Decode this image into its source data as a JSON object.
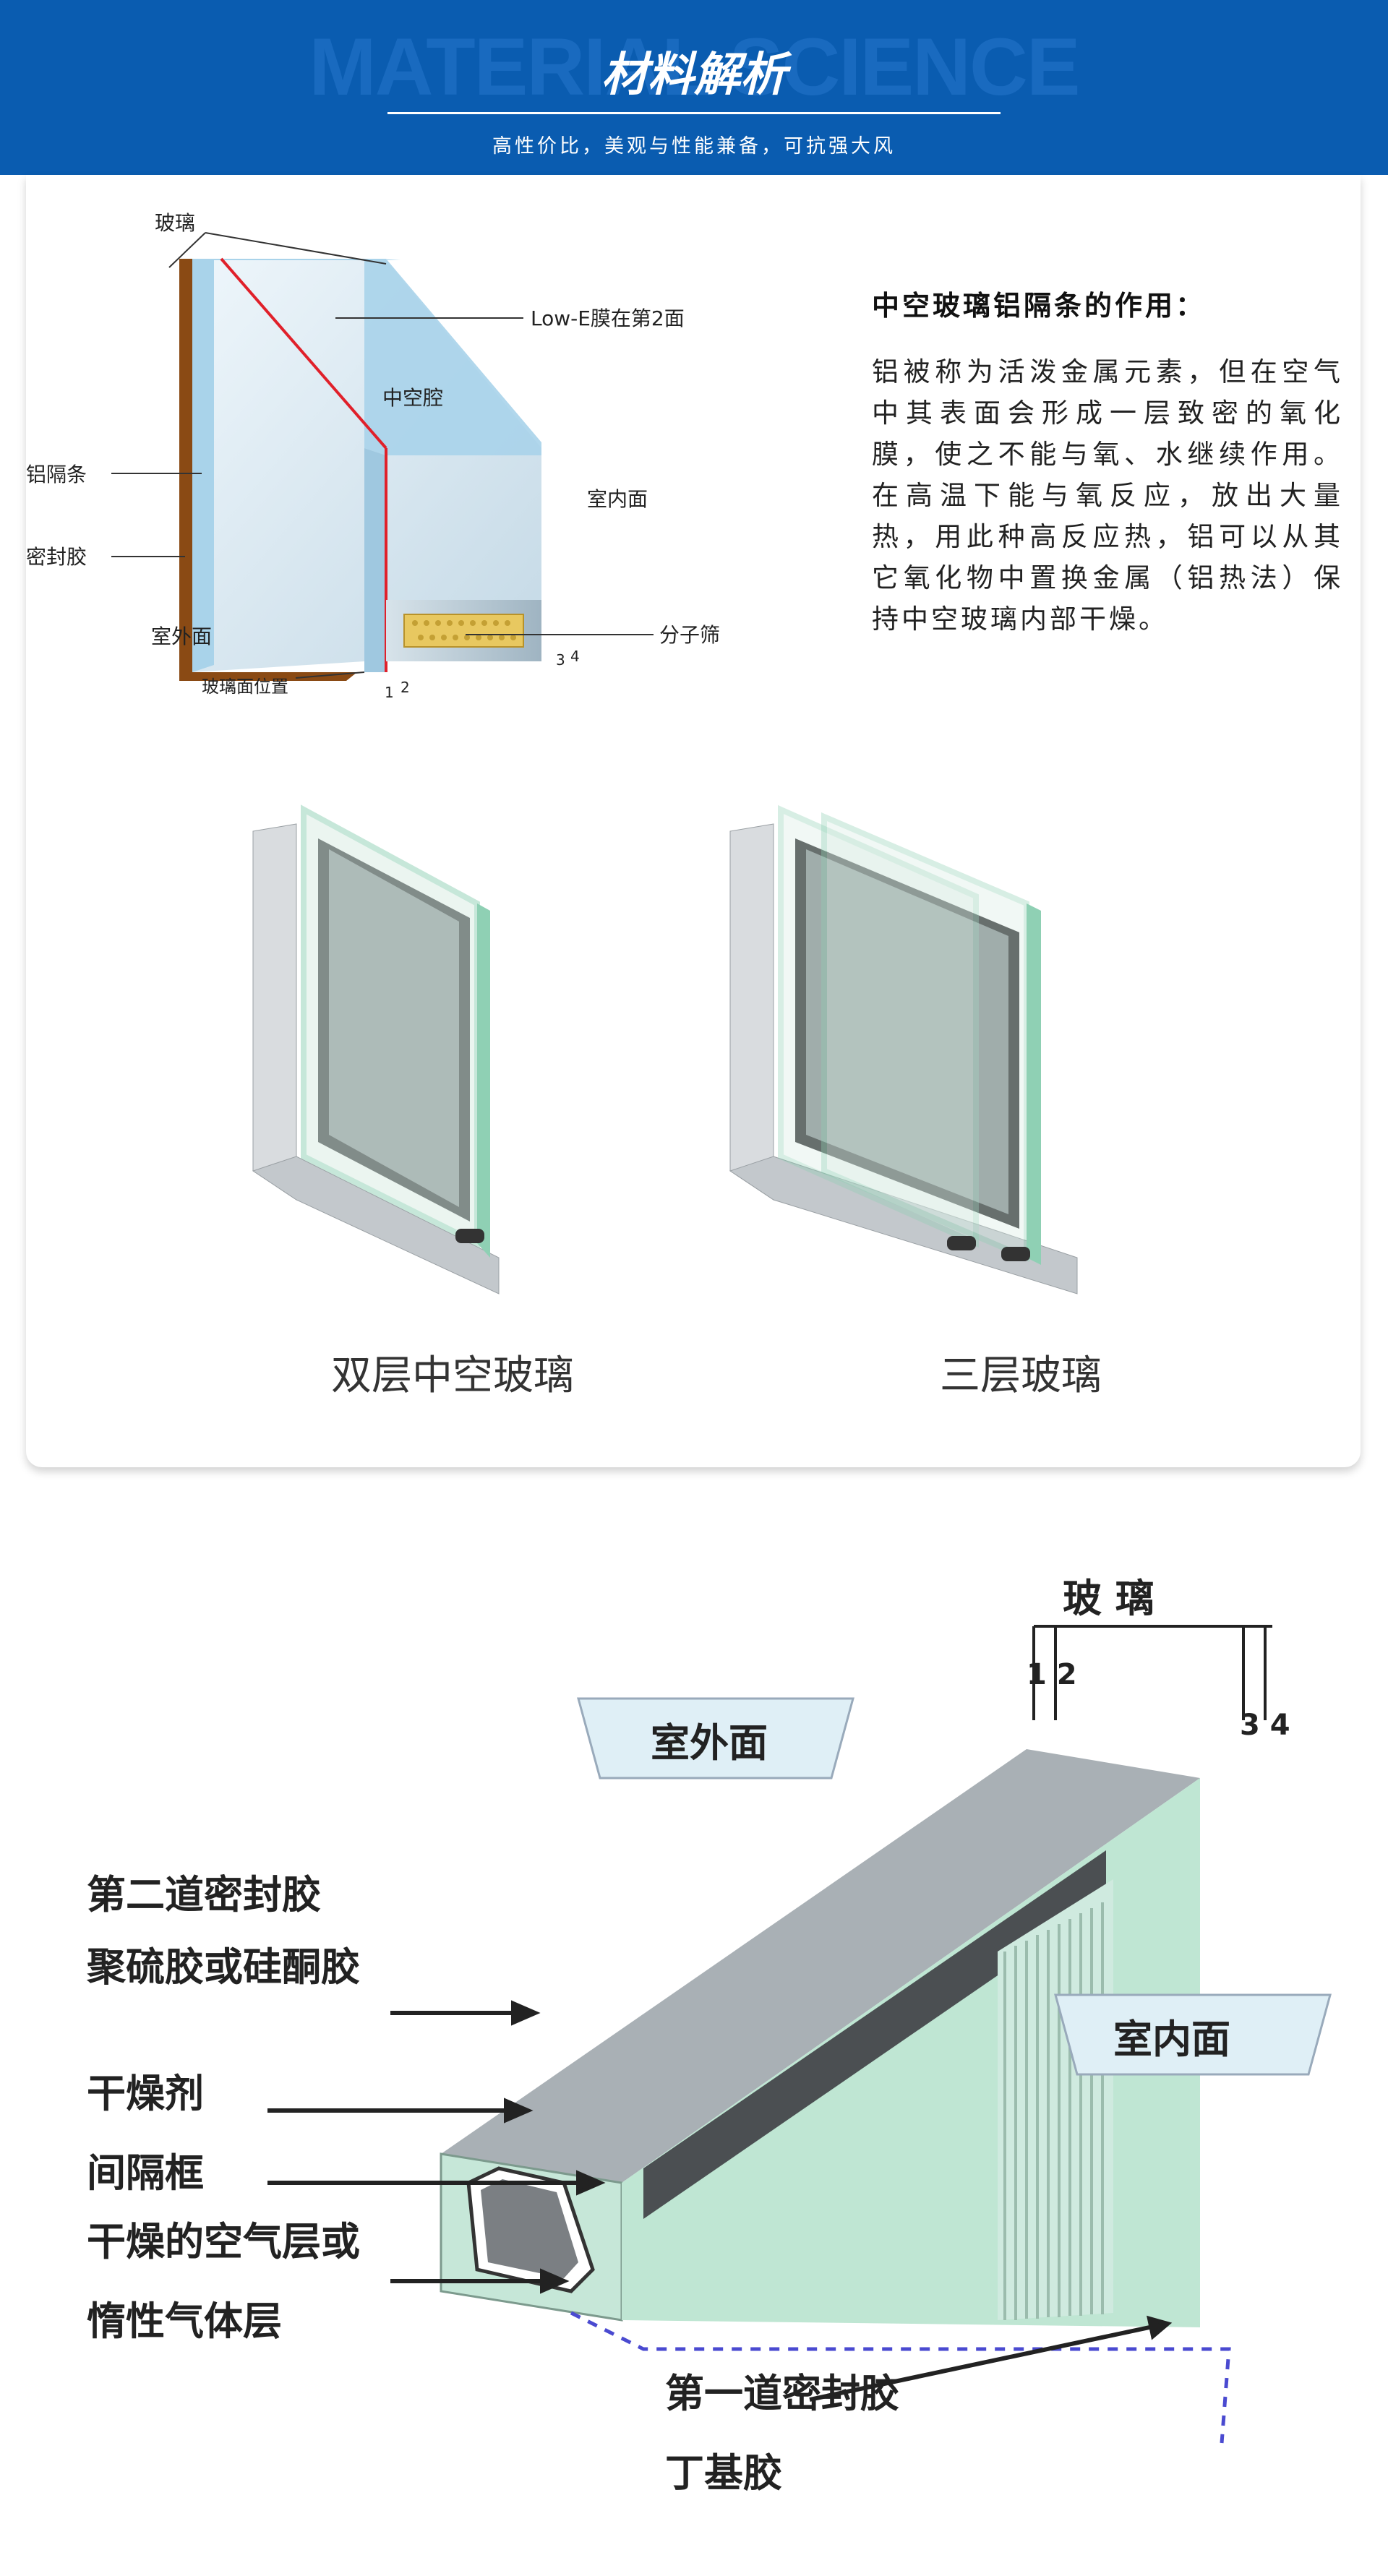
{
  "header": {
    "bg_word": "MATERIAL SCIENCE",
    "title": "材料解析",
    "subtitle": "高性价比，美观与性能兼备，可抗强大风"
  },
  "diagram1": {
    "labels": {
      "glass": "玻璃",
      "lowe": "Low-E膜在第2面",
      "hollow": "中空腔",
      "spacer": "铝隔条",
      "indoor": "室内面",
      "sealant": "密封胶",
      "sieve": "分子筛",
      "outdoor": "室外面",
      "glass_pos": "玻璃面位置",
      "n1": "1",
      "n2": "2",
      "n3": "3",
      "n4": "4"
    }
  },
  "callout": {
    "heading": "中空玻璃铝隔条的作用：",
    "body": "铝被称为活泼金属元素，但在空气中其表面会形成一层致密的氧化膜，使之不能与氧、水继续作用。在高温下能与氧反应，放出大量热，用此种高反应热，铝可以从其它氧化物中置换金属（铝热法）保持中空玻璃内部干燥。"
  },
  "windows": {
    "left_caption": "双层中空玻璃",
    "right_caption": "三层玻璃"
  },
  "diagram2": {
    "labels": {
      "glass": "玻 璃",
      "outdoor": "室外面",
      "indoor": "室内面",
      "second_seal": "第二道密封胶",
      "second_seal_material": "聚硫胶或硅酮胶",
      "desiccant": "干燥剂",
      "spacer_frame": "间隔框",
      "air_layer": "干燥的空气层或",
      "gas_layer": "惰性气体层",
      "first_seal": "第一道密封胶",
      "first_seal_material": "丁基胶",
      "n12": "1 2",
      "n34": "3 4"
    }
  },
  "colors": {
    "banner": "#0a5cb0",
    "glass_edge": "#8fd0b4",
    "glass_face": "#cfe9f5",
    "frame_brown": "#8a4a14",
    "lowe_red": "#e0202a"
  }
}
